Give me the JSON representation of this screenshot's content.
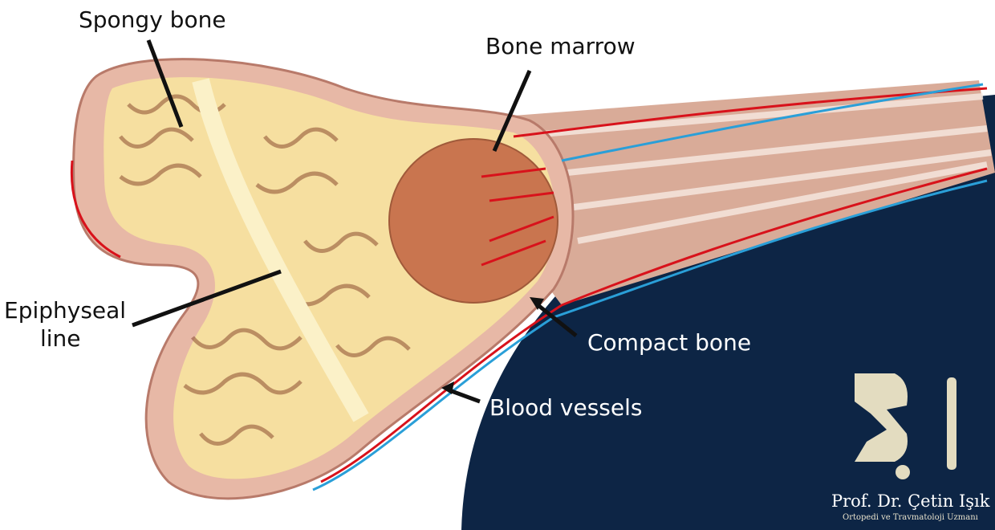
{
  "labels": {
    "spongy_bone": "Spongy bone",
    "bone_marrow": "Bone marrow",
    "epiphyseal_line_1": "Epiphyseal",
    "epiphyseal_line_2": "line",
    "compact_bone": "Compact bone",
    "blood_vessels": "Blood vessels"
  },
  "logo": {
    "title": "Prof. Dr. Çetin Işık",
    "subtitle": "Ortopedi ve Travmatoloji Uzmanı"
  },
  "colors": {
    "background_navy": "#0d2545",
    "bone_cortex": "#e7b8a6",
    "spongy_fill": "#f6dfa0",
    "marrow": "#c9754f",
    "artery": "#d8121b",
    "vein": "#2a9fd8",
    "logo_bone": "#e3dcc0"
  }
}
